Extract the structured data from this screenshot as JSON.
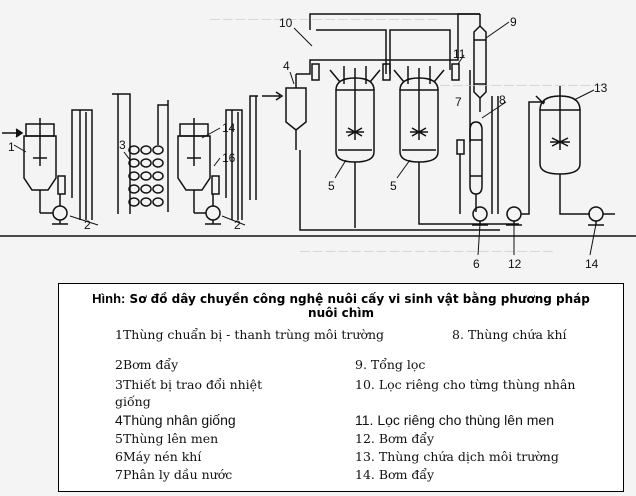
{
  "diagram": {
    "labels": [
      "1",
      "2",
      "3",
      "4",
      "5",
      "6",
      "7",
      "8",
      "9",
      "10",
      "11",
      "12",
      "13",
      "14",
      "16"
    ]
  },
  "caption": {
    "title_lead": "Hình:",
    "title_line1": "Sơ đồ dây chuyền công nghệ nuôi cấy vi sinh vật bằng phương pháp",
    "title_line2": "nuôi chìm",
    "legend": [
      "1Thùng chuẩn bị - thanh trùng môi trường",
      "8. Thùng chứa khí",
      "2Bơm đẩy",
      "9. Tổng lọc",
      "3Thiết bị trao đổi nhiệt",
      "giống",
      "10. Lọc riêng cho từng thùng nhân",
      "4Thùng nhân giống",
      "11. Lọc riêng cho thùng lên men",
      "5Thùng lên men",
      "12. Bơm đẩy",
      "6Máy nén khí",
      "13. Thùng chứa dịch môi trường",
      "7Phân ly dầu nước",
      "14. Bơm đẩy"
    ]
  }
}
